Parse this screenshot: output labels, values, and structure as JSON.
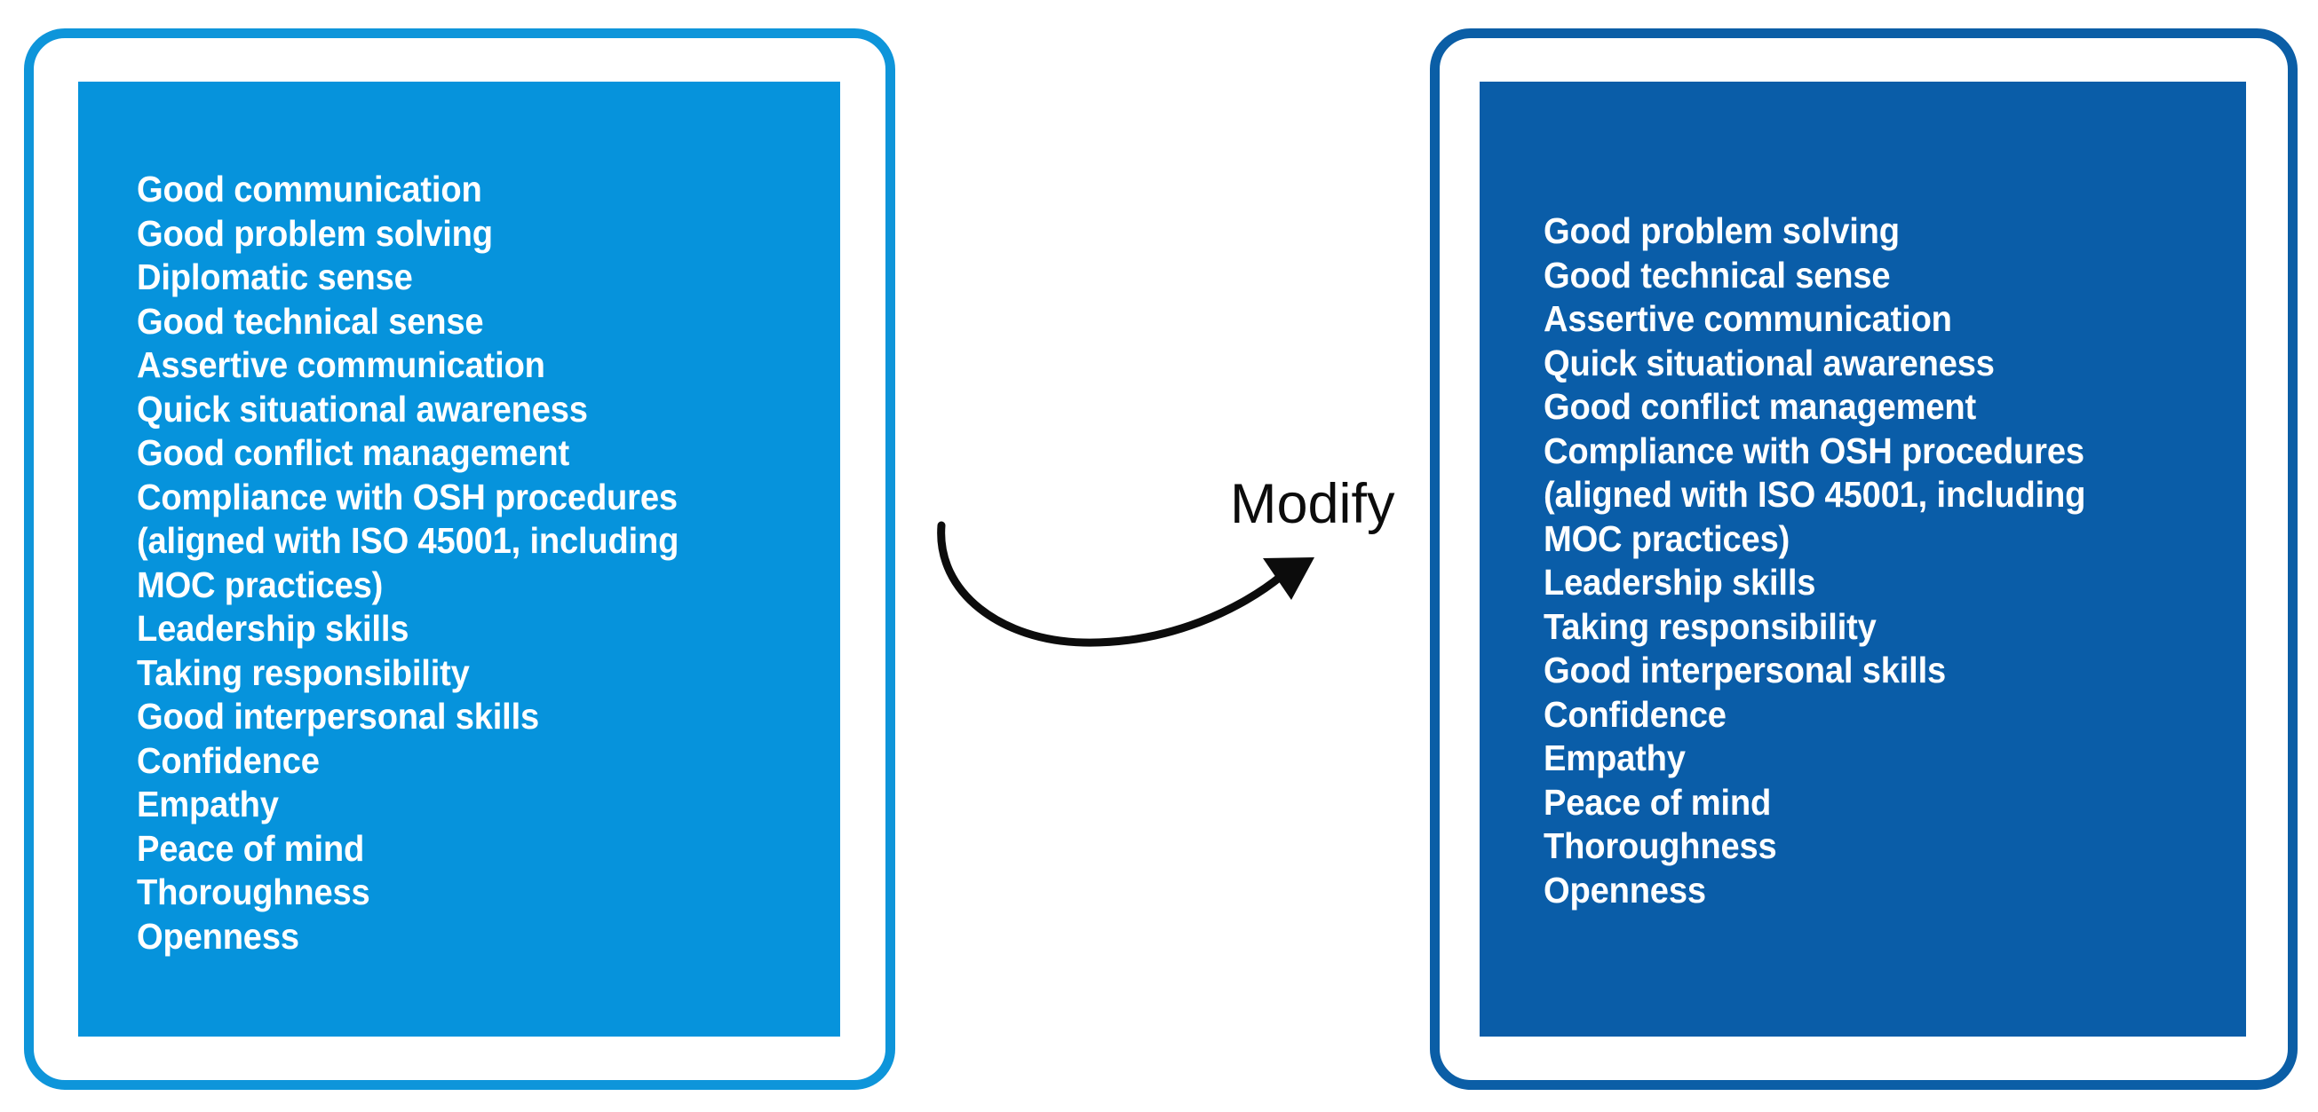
{
  "diagram": {
    "title_alt": "Competency list modification diagram",
    "colors": {
      "left_panel_fill": "#0693dc",
      "left_frame_border": "#0e95da",
      "right_panel_fill": "#0a5da8",
      "right_frame_border": "#0b5ea6",
      "text": "#ffffff",
      "arrow": "#0c0c0c",
      "label_text": "#0c0c0c",
      "background": "#ffffff"
    }
  },
  "left_card": {
    "name": "original-competency-list",
    "items": [
      "Good communication",
      "Good problem solving",
      "Diplomatic sense",
      "Good technical sense",
      "Assertive communication",
      "Quick situational awareness",
      "Good conflict management",
      "Compliance with OSH procedures",
      "(aligned with ISO 45001, including",
      "MOC practices)",
      "Leadership skills",
      "Taking responsibility",
      "Good interpersonal skills",
      "Confidence",
      "Empathy",
      "Peace of mind",
      "Thoroughness",
      "Openness"
    ]
  },
  "transform": {
    "name": "modify-transition",
    "label": "Modify",
    "arrow_icon": "curved-arrow-right-icon"
  },
  "right_card": {
    "name": "modified-competency-list",
    "items": [
      "Good problem solving",
      "Good technical sense",
      "Assertive communication",
      "Quick situational awareness",
      "Good conflict management",
      "Compliance with OSH procedures",
      "(aligned with ISO 45001, including",
      "MOC practices)",
      "Leadership skills",
      "Taking responsibility",
      "Good interpersonal skills",
      "Confidence",
      "Empathy",
      "Peace of mind",
      "Thoroughness",
      "Openness"
    ]
  }
}
